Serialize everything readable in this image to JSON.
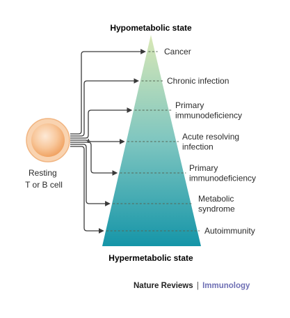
{
  "top_label": "Hypometabolic state",
  "bottom_label": "Hypermetabolic state",
  "cell_label": [
    "Resting",
    "T or B cell"
  ],
  "conditions": [
    {
      "lines": [
        "Cancer"
      ]
    },
    {
      "lines": [
        "Chronic infection"
      ]
    },
    {
      "lines": [
        "Primary",
        "immunodeficiency"
      ]
    },
    {
      "lines": [
        "Acute resolving",
        "infection"
      ]
    },
    {
      "lines": [
        "Primary",
        "immunodeficiency"
      ]
    },
    {
      "lines": [
        "Metabolic",
        "syndrome"
      ]
    },
    {
      "lines": [
        "Autoimmunity"
      ]
    }
  ],
  "credit": {
    "journal": "Nature Reviews",
    "separator": "|",
    "section": "Immunology"
  },
  "colors": {
    "pyramid_top": "#d9e8b6",
    "pyramid_mid": "#7fc6c0",
    "pyramid_bottom": "#1595a8",
    "arrow": "#3a3a3a",
    "dashed_line": "#556655",
    "cell_outer": "#f6c9a0",
    "cell_inner": "#f3a66a",
    "credit_section": "#6e6fb4"
  }
}
